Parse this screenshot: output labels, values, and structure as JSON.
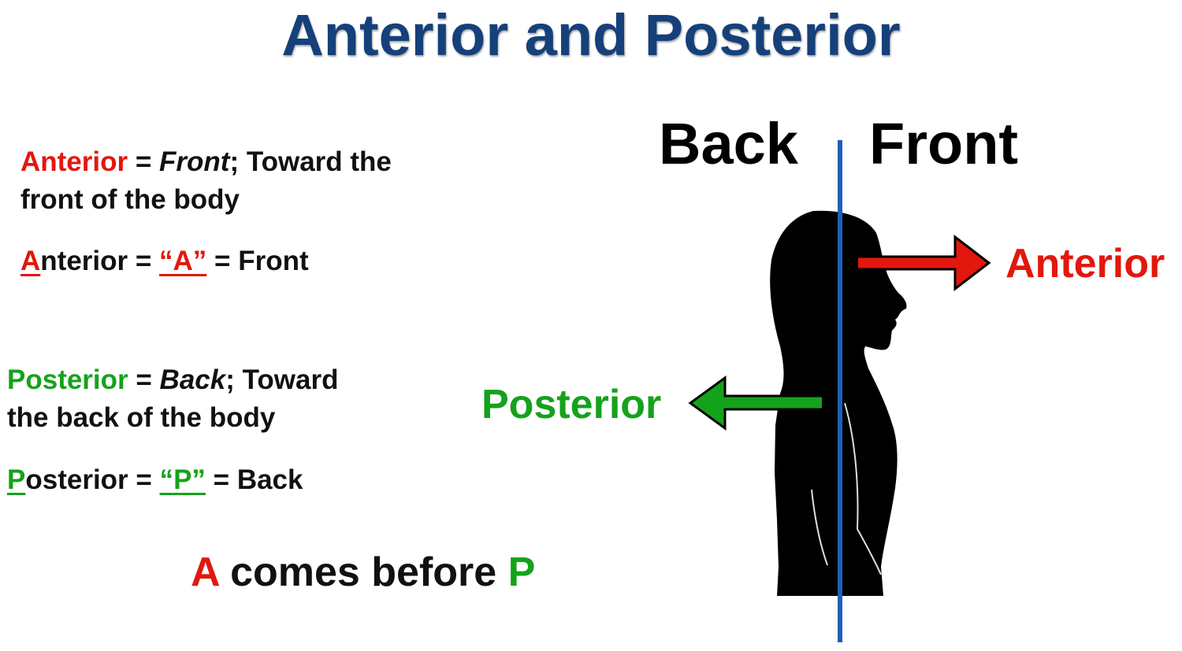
{
  "title": "Anterior and Posterior",
  "colors": {
    "title": "#15407a",
    "anterior": "#e3170d",
    "posterior": "#15a21b",
    "midline": "#1f5fb5",
    "silhouette": "#000000",
    "text": "#111111"
  },
  "anterior_definition": {
    "term": "Anterior",
    "equals": " = ",
    "meaning": "Front",
    "rest_line1": "; Toward the",
    "line2": "front of the body"
  },
  "anterior_mnemonic": {
    "first_letter": "A",
    "rest_of_term": "nterior",
    "equals1": " = ",
    "letter_quote": "“A”",
    "equals2": " = ",
    "meaning": "Front"
  },
  "posterior_definition": {
    "term": "Posterior",
    "equals": " = ",
    "meaning": "Back",
    "rest_line1": "; Toward",
    "line2": "the back of the body"
  },
  "posterior_mnemonic": {
    "first_letter": "P",
    "rest_of_term": "osterior",
    "equals1": " = ",
    "letter_quote": "“P”",
    "equals2": " = ",
    "meaning": "Back"
  },
  "diagram": {
    "back_label": "Back",
    "front_label": "Front",
    "anterior_label": "Anterior",
    "posterior_label": "Posterior"
  },
  "mnemonic": {
    "a": "A",
    "middle": " comes before ",
    "p": "P"
  }
}
